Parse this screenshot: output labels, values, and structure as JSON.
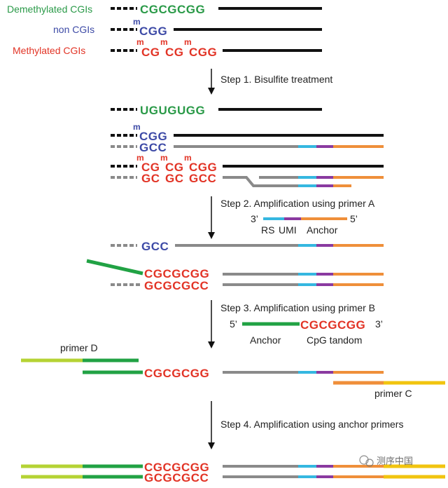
{
  "colors": {
    "green": "#2a9a48",
    "blue": "#3d4aa6",
    "red": "#e23426",
    "black": "#111111",
    "gray": "#8a8a8a",
    "cyan": "#35b7e0",
    "purple": "#8a3aa0",
    "orange": "#ef8f3a",
    "lime": "#b5d334",
    "dark_green": "#21a244",
    "yellow": "#f1c40f"
  },
  "labels": {
    "demethylated": "Demethylated CGIs",
    "non_cgis": "non CGIs",
    "methylated": "Methylated CGIs"
  },
  "methyl_mark": "m",
  "sequences": {
    "demethylated": "CGCGCGG",
    "non_cgi": "CGG",
    "meth_1": "CG",
    "meth_2": "CG",
    "meth_3": "CGG",
    "bisulfite": "UGUGUGG",
    "non_cgi_top": "CGG",
    "non_cgi_bottom": "GCC",
    "meth_top_1": "CG",
    "meth_top_2": "CG",
    "meth_top_3": "CGG",
    "meth_bot_1": "GC",
    "meth_bot_2": "GC",
    "meth_bot_3": "GCC",
    "step2_gcc": "GCC",
    "step2_top": "CGCGCGG",
    "step2_bottom": "GCGCGCC",
    "primer_b_cpg": "CGCGCGG",
    "step3_seq": "CGCGCGG",
    "final_top": "CGCGCGG",
    "final_bottom": "GCGCGCC"
  },
  "steps": {
    "step1": "Step 1. Bisulfite treatment",
    "step2": "Step 2. Amplification using primer A",
    "step3": "Step 3. Amplification using primer B",
    "step4": "Step 4. Amplification using anchor primers"
  },
  "primer_a": {
    "three_prime": "3’",
    "five_prime": "5’",
    "rs": "RS",
    "umi": "UMI",
    "anchor": "Anchor"
  },
  "primer_b": {
    "five_prime": "5’",
    "three_prime": "3’",
    "anchor": "Anchor",
    "cpg": "CpG tandom"
  },
  "primer_c": "primer C",
  "primer_d": "primer D",
  "watermark": "测序中国"
}
